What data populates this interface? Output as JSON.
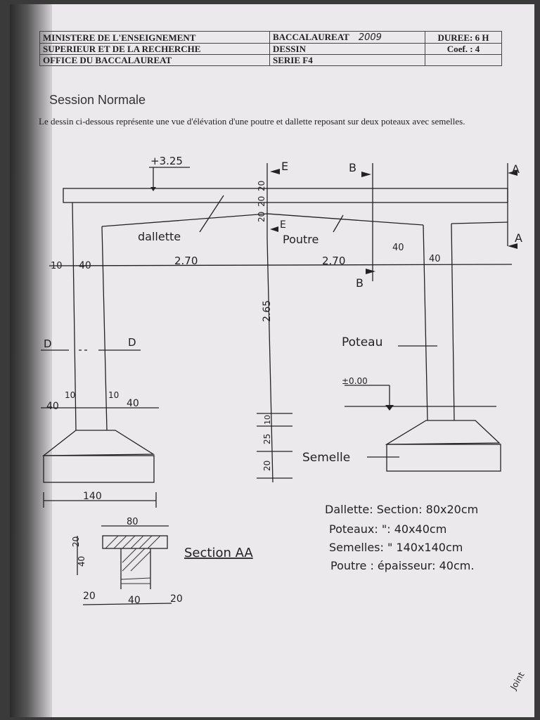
{
  "header": {
    "ministry_l1": "MINISTERE DE L'ENSEIGNEMENT",
    "ministry_l2": "SUPERIEUR ET DE LA RECHERCHE",
    "office": "OFFICE DU BACCALAUREAT",
    "exam": "BACCALAUREAT",
    "year": "2009",
    "subject": "DESSIN",
    "series": "SERIE F4",
    "duration": "DUREE: 6 H",
    "coef": "Coef.  : 4"
  },
  "session": "Session Normale",
  "intro": "Le dessin ci-dessous représente une vue d'élévation d'une poutre et dallette reposant sur deux poteaux avec semelles.",
  "drawing": {
    "level_top": "+3.25",
    "level_zero": "±0.00",
    "cut_e": "E",
    "cut_b": "B",
    "cut_a": "A",
    "cut_d": "D",
    "label_dallette": "dallette",
    "label_poutre": "Poutre",
    "label_poteau": "Poteau",
    "label_semelle": "Semelle",
    "dim_10": "10",
    "dim_20": "20",
    "dim_25": "25",
    "dim_40": "40",
    "dim_80": "80",
    "dim_140": "140",
    "dim_270": "2.70",
    "dim_265": "2.65",
    "section_title": "Section AA"
  },
  "specs": [
    "Dallette: Section: 80x20cm",
    "Poteaux:    \": 40x40cm",
    "Semelles: \" 140x140cm",
    "Poutre : épaisseur: 40cm."
  ],
  "signature": "Joint"
}
